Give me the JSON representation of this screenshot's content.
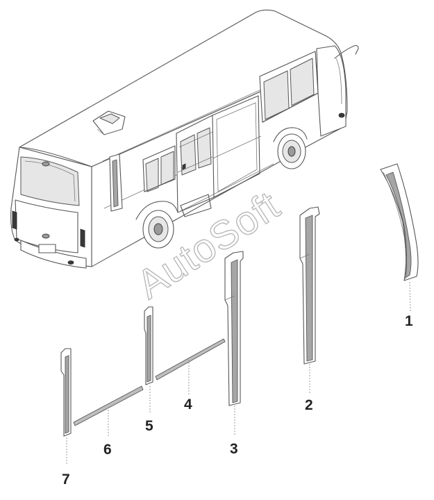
{
  "watermark": "AutoSoft",
  "callouts": [
    {
      "number": "1"
    },
    {
      "number": "2"
    },
    {
      "number": "3"
    },
    {
      "number": "4"
    },
    {
      "number": "5"
    },
    {
      "number": "6"
    },
    {
      "number": "7"
    }
  ],
  "colors": {
    "line": "#555555",
    "callout_text": "#222222",
    "watermark_outline": "#b9b9b9"
  }
}
